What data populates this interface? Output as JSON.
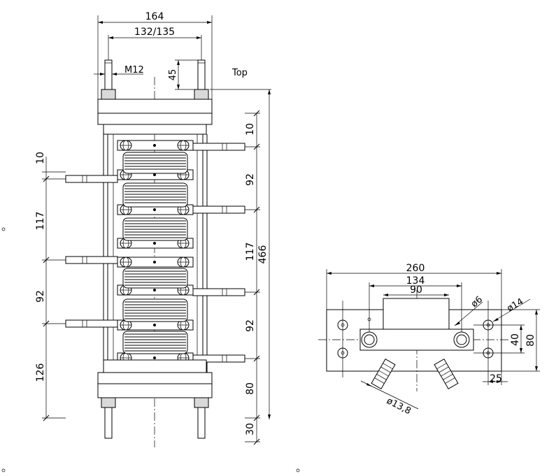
{
  "labels": {
    "top": "Top",
    "thread": "M12"
  },
  "front_view": {
    "overall_width": "164",
    "clamp_span": "132/135",
    "stud_length": "45",
    "overall_height": "466",
    "right_dims": [
      "10",
      "92",
      "117",
      "92",
      "80",
      "30"
    ],
    "left_dims": [
      "10",
      "117",
      "92",
      "126"
    ]
  },
  "top_view": {
    "base_length": "260",
    "hole_span": "134",
    "bar_length": "90",
    "small_hole": "ø6",
    "mount_hole": "ø14",
    "bar_width": "40",
    "base_width": "80",
    "edge_offset": "25",
    "connector_dia": "ø13,8"
  }
}
